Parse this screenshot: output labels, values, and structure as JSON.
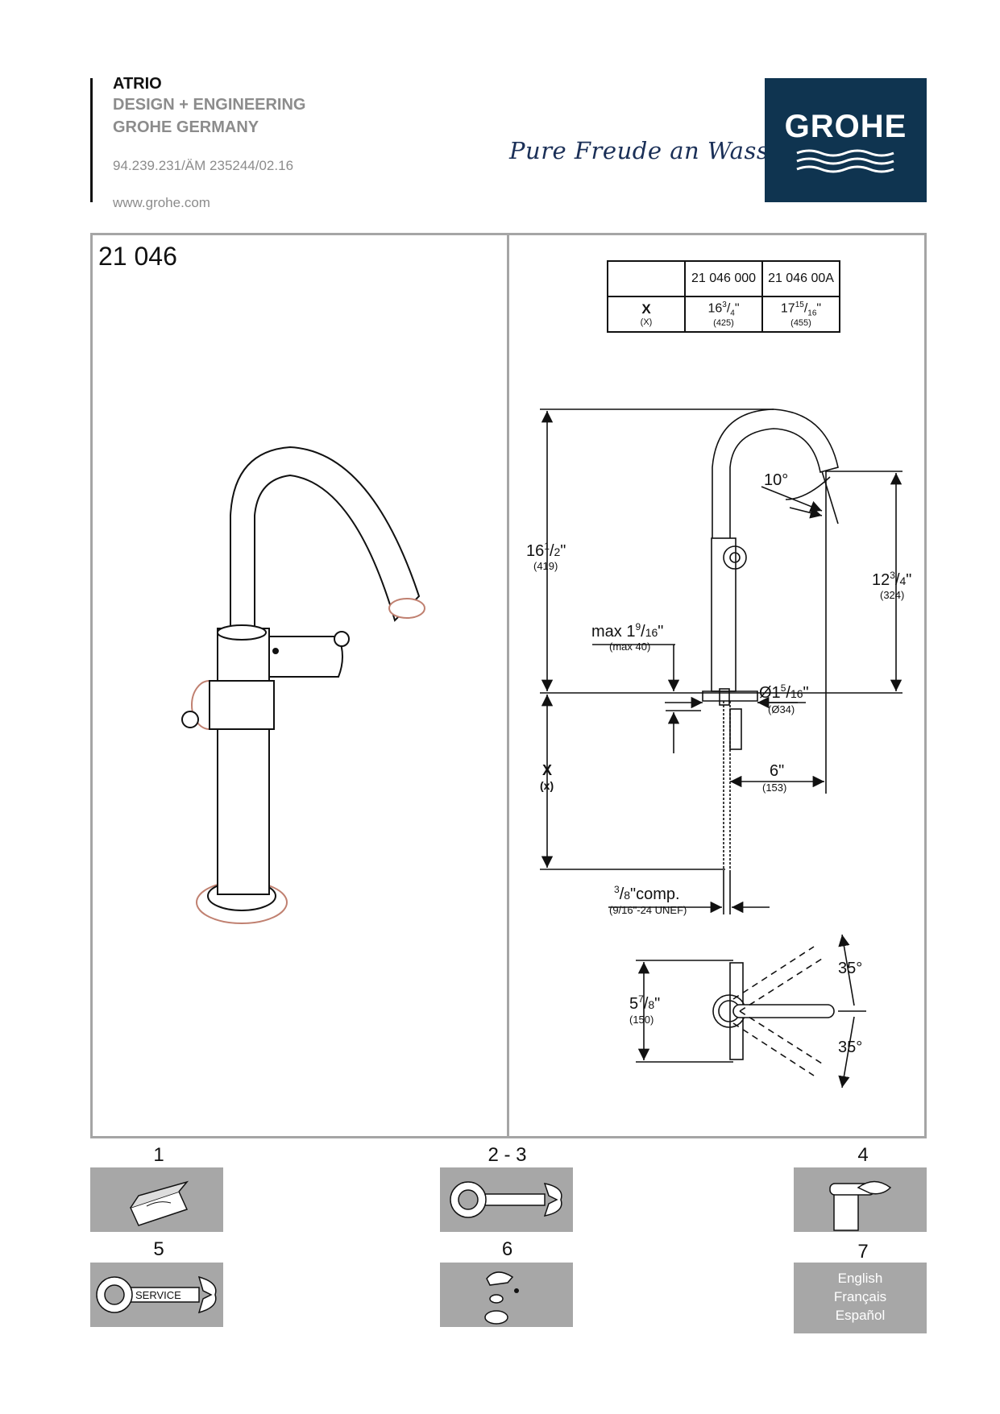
{
  "header": {
    "title": "ATRIO",
    "line2": "DESIGN + ENGINEERING",
    "line3": "GROHE GERMANY",
    "doc_number": "94.239.231/ÄM 235244/02.16",
    "url": "www.grohe.com",
    "slogan": "Pure Freude an Wasser",
    "logo_text": "GROHE",
    "logo_color": "#0f3450"
  },
  "model_number": "21 046",
  "variant_table": {
    "row_label": "X",
    "row_label_sub": "(X)",
    "columns": [
      {
        "model": "21 046 000",
        "whole": "16",
        "num": "3",
        "den": "4",
        "mm": "(425)"
      },
      {
        "model": "21 046 00A",
        "whole": "17",
        "num": "15",
        "den": "16",
        "mm": "(455)"
      }
    ]
  },
  "dimensions": {
    "height_total": {
      "whole": "16",
      "num": "1",
      "den": "2",
      "mm": "(419)"
    },
    "angle_spout": "10°",
    "spout_height": {
      "whole": "12",
      "num": "3",
      "den": "4",
      "mm": "(324)"
    },
    "max_thickness": {
      "label": "max 1",
      "num": "9",
      "den": "16",
      "mm": "(max 40)"
    },
    "base_diameter": {
      "label": "Ø1",
      "num": "5",
      "den": "16",
      "mm": "(Ø34)"
    },
    "x_label": "X",
    "x_sub": "(x)",
    "reach": {
      "value": "6\"",
      "mm": "(153)"
    },
    "connection": {
      "num": "3",
      "den": "8",
      "label": "\"comp.",
      "sub": "(9/16\"-24 UNEF)"
    },
    "handle_width": {
      "whole": "5",
      "num": "7",
      "den": "8",
      "mm": "(150)"
    },
    "angle_up": "35°",
    "angle_down": "35°"
  },
  "steps": [
    {
      "number": "1",
      "icon": "tool-box-icon"
    },
    {
      "number": "2 - 3",
      "icon": "wrench-icon"
    },
    {
      "number": "4",
      "icon": "hand-cleaning-icon"
    },
    {
      "number": "5",
      "icon": "service-wrench-icon",
      "label": "SERVICE"
    },
    {
      "number": "6",
      "icon": "exploded-handle-icon"
    },
    {
      "number": "7",
      "icon": "languages-icon",
      "languages": [
        "English",
        "Français",
        "Español"
      ]
    }
  ]
}
